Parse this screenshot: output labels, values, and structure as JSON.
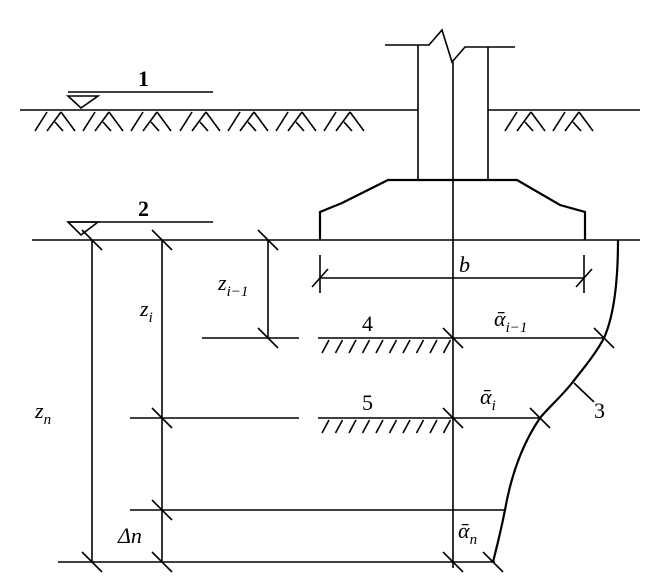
{
  "labels": {
    "level_1": "1",
    "level_2": "2",
    "curve_3": "3",
    "plane_4": "4",
    "plane_5": "5",
    "width_b": "b",
    "z_i_minus_1": {
      "base": "z",
      "sub": "i−1"
    },
    "z_i": {
      "base": "z",
      "sub": "i"
    },
    "z_n": {
      "base": "z",
      "sub": "n"
    },
    "delta_n": "Δn",
    "alpha_i_minus_1": {
      "base": "ᾱ",
      "sub": "i−1"
    },
    "alpha_i": {
      "base": "ᾱ",
      "sub": "i"
    },
    "alpha_n": {
      "base": "ᾱ",
      "sub": "n"
    }
  }
}
